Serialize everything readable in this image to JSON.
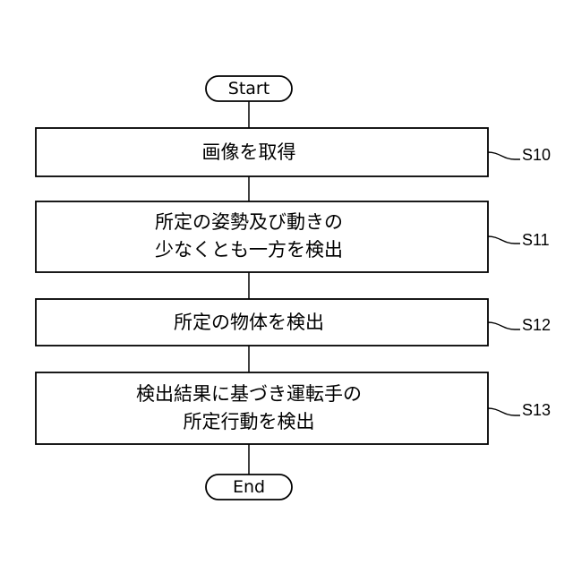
{
  "flowchart": {
    "start_label": "Start",
    "end_label": "End",
    "steps": [
      {
        "ref": "S10",
        "lines": [
          "画像を取得"
        ]
      },
      {
        "ref": "S11",
        "lines": [
          "所定の姿勢及び動きの",
          "少なくとも一方を検出"
        ]
      },
      {
        "ref": "S12",
        "lines": [
          "所定の物体を検出"
        ]
      },
      {
        "ref": "S13",
        "lines": [
          "検出結果に基づき運転手の",
          "所定行動を検出"
        ]
      }
    ]
  }
}
